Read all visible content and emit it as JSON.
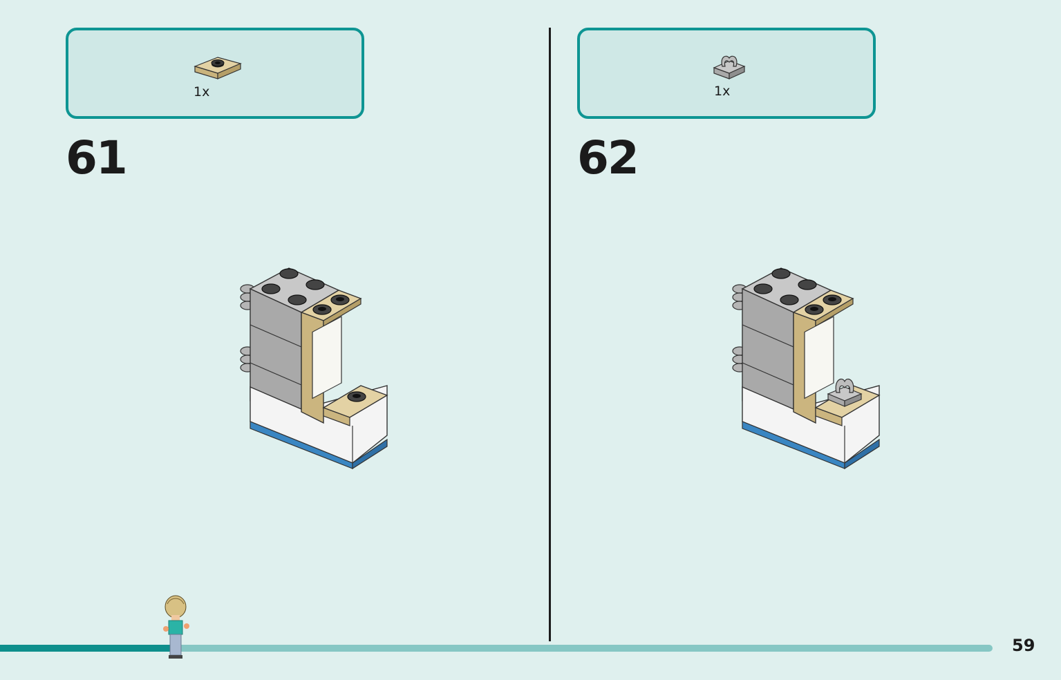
{
  "steps": [
    {
      "number": "61",
      "part_quantity": "1x",
      "part_icon": "tan-jumper-plate-icon"
    },
    {
      "number": "62",
      "part_quantity": "1x",
      "part_icon": "gray-clip-plate-icon"
    }
  ],
  "page_number": "59",
  "progress": 0.174,
  "colors": {
    "accent": "#0e9593",
    "background": "#dff0ee",
    "tan": "#d9c597",
    "gray": "#a9a9a9",
    "blue": "#3a86c2"
  }
}
